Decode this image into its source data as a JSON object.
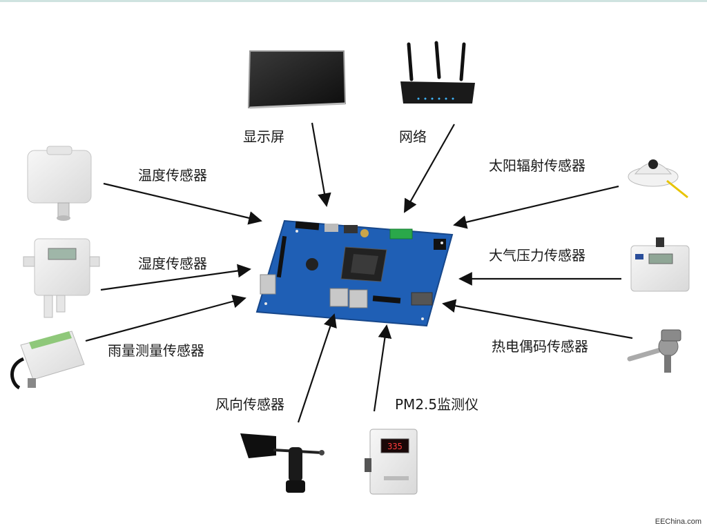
{
  "labels": {
    "display": "显示屏",
    "network": "网络",
    "temperature_sensor": "温度传感器",
    "humidity_sensor": "湿度传感器",
    "rain_sensor": "雨量测量传感器",
    "wind_direction_sensor": "风向传感器",
    "pm25_monitor": "PM2.5监测仪",
    "solar_radiation_sensor": "太阳辐射传感器",
    "atmospheric_pressure_sensor": "大气压力传感器",
    "thermocouple_sensor": "热电偶码传感器"
  },
  "device_screens": {
    "humidity_sensor_display": "",
    "pm25_readout": "335"
  },
  "watermark": "EEChina.com",
  "colors": {
    "board": "#1f5fb5",
    "board_dark": "#17478a",
    "arrow": "#111111"
  }
}
